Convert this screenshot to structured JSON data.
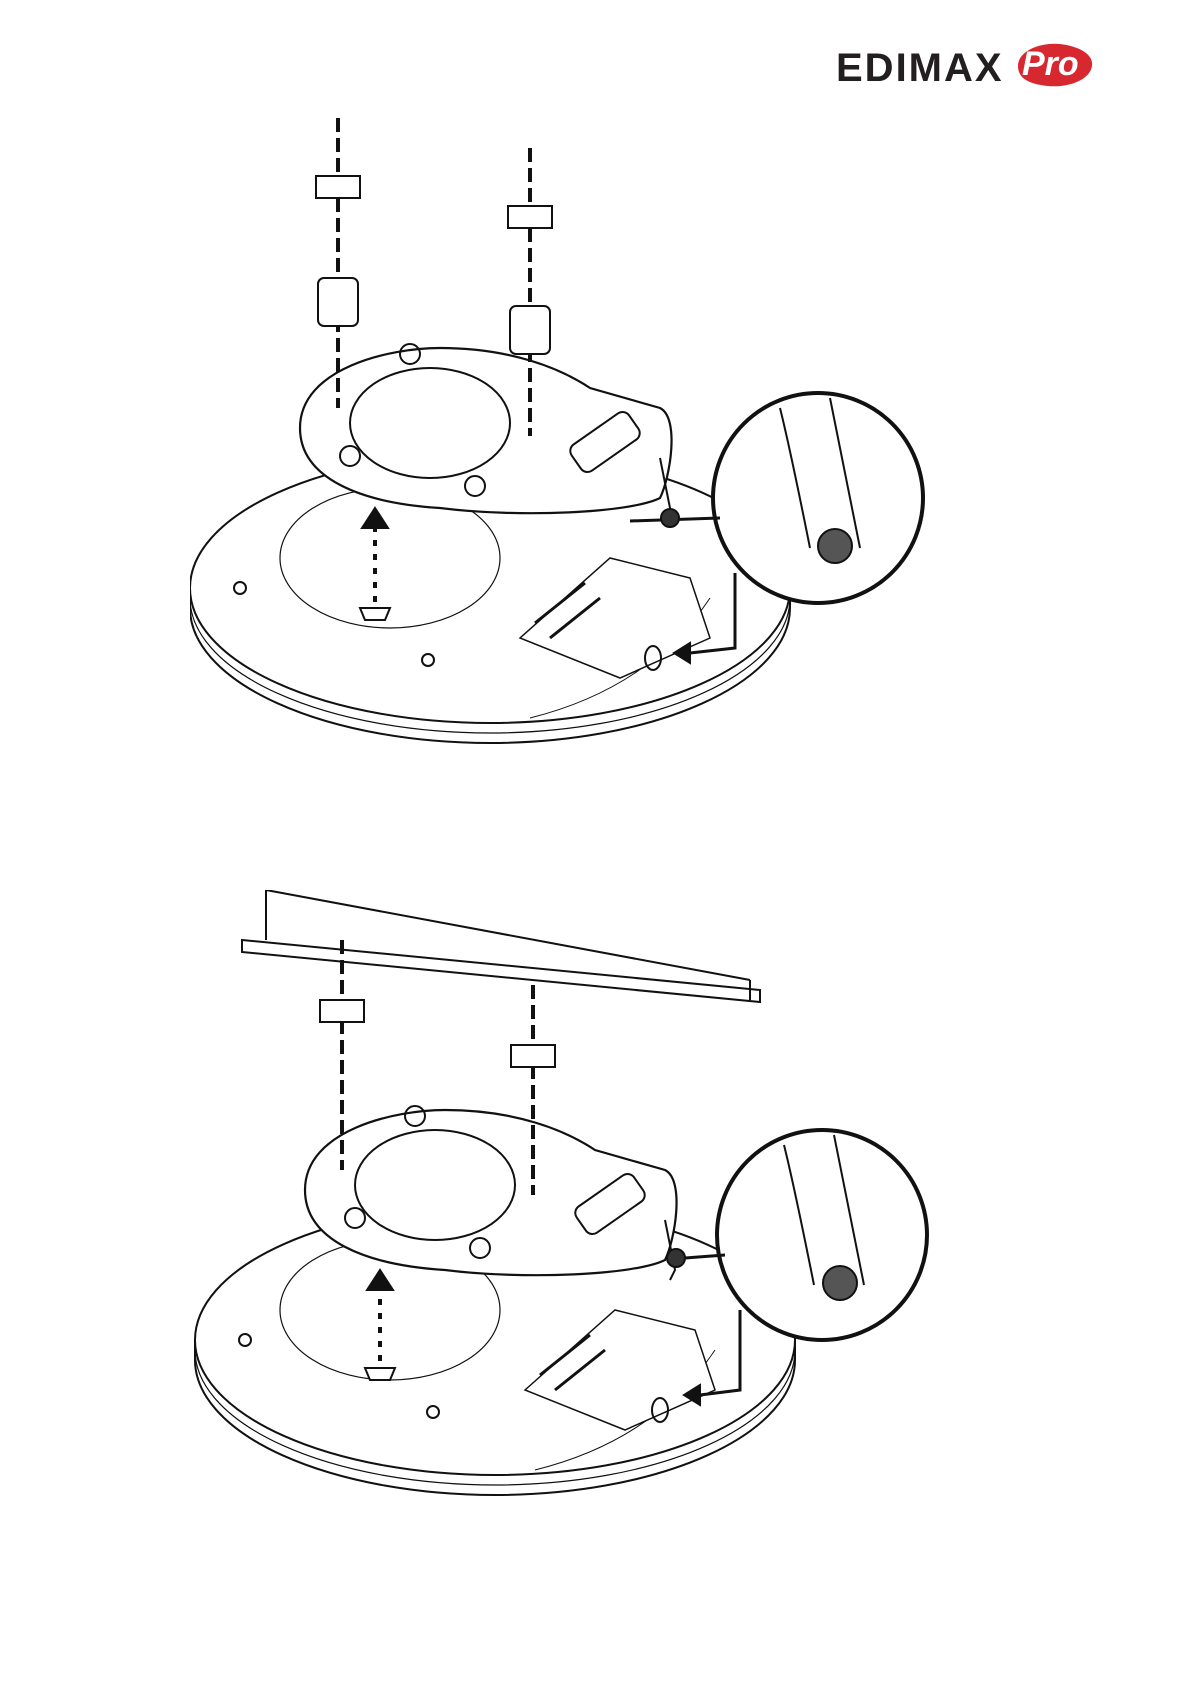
{
  "logo": {
    "brand": "EDIMAX",
    "suffix": "Pro",
    "brand_color": "#231f20",
    "accent_color": "#d7282f"
  },
  "figures": [
    {
      "name": "ceiling-plate-mount-diagram",
      "shows_rail": false
    },
    {
      "name": "t-rail-mount-diagram",
      "shows_rail": true
    }
  ]
}
